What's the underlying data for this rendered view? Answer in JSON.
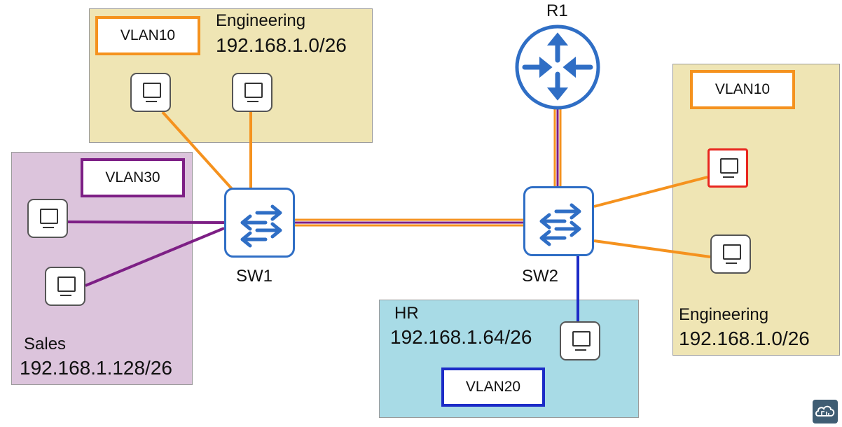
{
  "devices": {
    "r1": {
      "label": "R1"
    },
    "sw1": {
      "label": "SW1"
    },
    "sw2": {
      "label": "SW2"
    }
  },
  "zones": {
    "eng_top": {
      "name": "Engineering",
      "subnet": "192.168.1.0/26",
      "vlan": "VLAN10"
    },
    "sales": {
      "name": "Sales",
      "subnet": "192.168.1.128/26",
      "vlan": "VLAN30"
    },
    "hr": {
      "name": "HR",
      "subnet": "192.168.1.64/26",
      "vlan": "VLAN20"
    },
    "eng_right": {
      "name": "Engineering",
      "subnet": "192.168.1.0/26",
      "vlan": "VLAN10"
    }
  },
  "colors": {
    "engineering_zone": "#efe5b4",
    "sales_zone": "#dcc4dc",
    "hr_zone": "#a8dbe6",
    "vlan10": "#f5921e",
    "vlan20": "#1c2bc7",
    "vlan30": "#7d1f85",
    "device_blue": "#2f6ec5",
    "selected_pc": "#e8261e"
  }
}
